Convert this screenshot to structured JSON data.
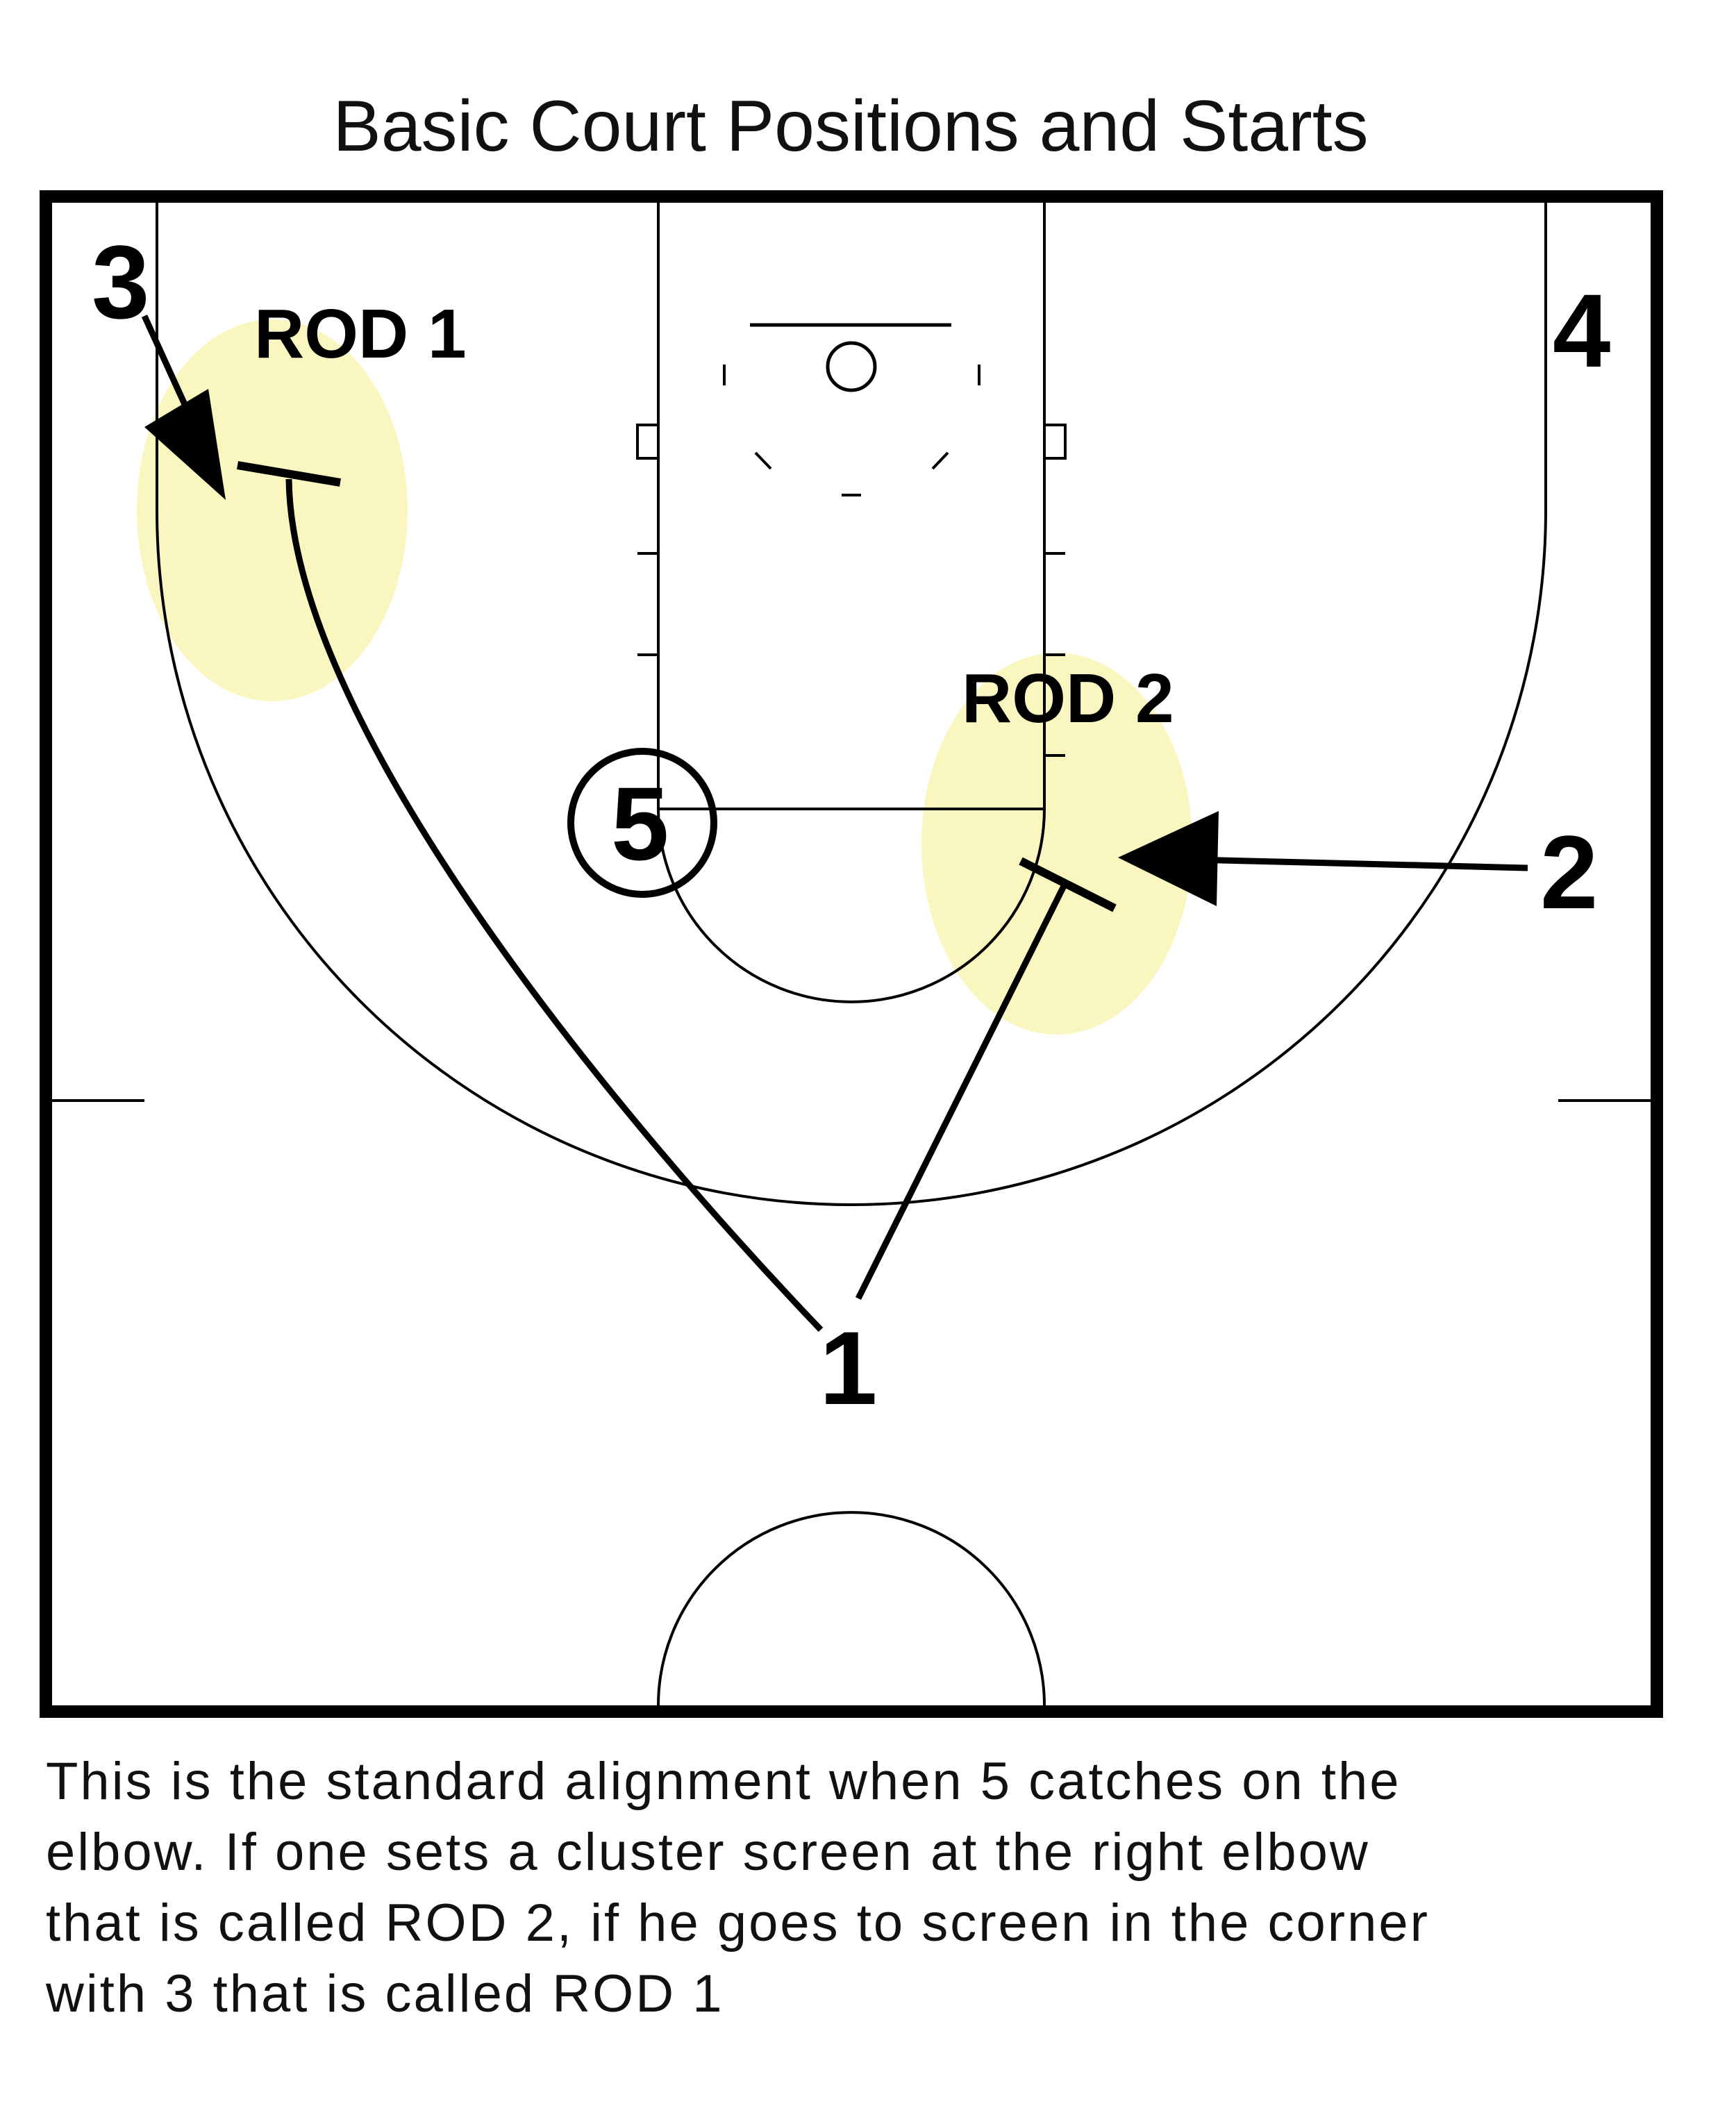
{
  "title": "Basic Court Positions and Starts",
  "colors": {
    "court_line": "#000000",
    "highlight": "#f9f5b4",
    "background": "#ffffff"
  },
  "players": {
    "p1": "1",
    "p2": "2",
    "p3": "3",
    "p4": "4",
    "p5": "5"
  },
  "zones": {
    "rod1": "ROD 1",
    "rod2": "ROD 2"
  },
  "caption": {
    "line1": "This is the standard alignment when 5 catches on the",
    "line2": "elbow. If one sets a cluster screen at the right elbow",
    "line3": "that is called ROD 2, if he goes to screen in the corner",
    "line4": "with 3 that is called ROD 1"
  }
}
